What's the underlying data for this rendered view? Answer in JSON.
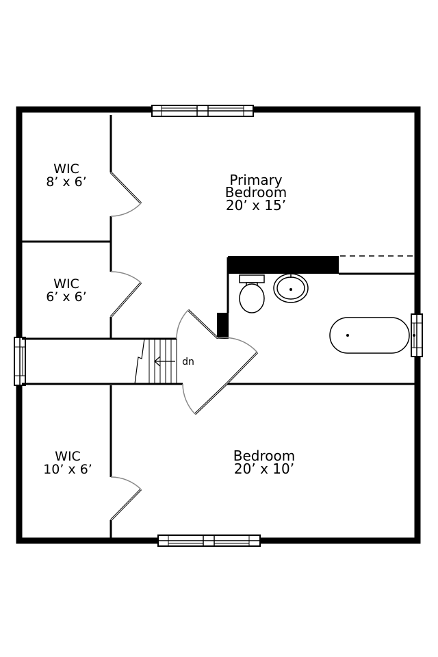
{
  "rooms": {
    "primary_bedroom": {
      "name_line1": "Primary",
      "name_line2": "Bedroom",
      "size": "20’ x 15’"
    },
    "wic_top": {
      "name": "WIC",
      "size": "8’ x 6’"
    },
    "wic_mid": {
      "name": "WIC",
      "size": "6’ x 6’"
    },
    "bedroom": {
      "name": "Bedroom",
      "size": "20’ x 10’"
    },
    "wic_bottom": {
      "name": "WIC",
      "size": "10’ x 6’"
    }
  },
  "stairs": {
    "direction_label": "dn"
  }
}
